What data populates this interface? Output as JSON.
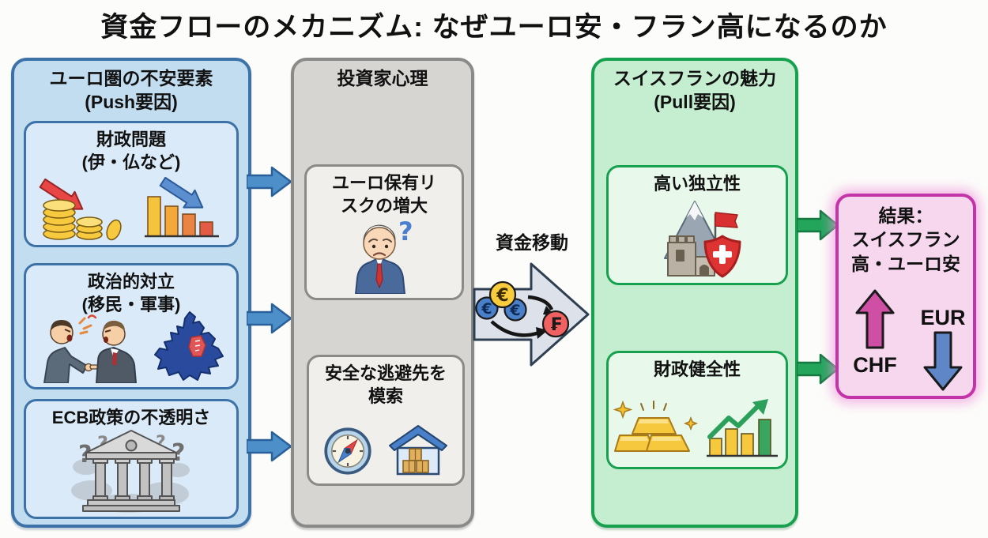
{
  "title": "資金フローのメカニズム: なぜユーロ安・フラン高になるのか",
  "push_panel": {
    "header_line1": "ユーロ圏の不安要素",
    "header_line2": "(Push要因)",
    "cards": [
      {
        "title_line1": "財政問題",
        "title_line2": "(伊・仏など)"
      },
      {
        "title_line1": "政治的対立",
        "title_line2": "(移民・軍事)"
      },
      {
        "title": "ECB政策の不透明さ"
      }
    ]
  },
  "investor_panel": {
    "header": "投資家心理",
    "cards": [
      {
        "title_line1": "ユーロ保有リ",
        "title_line2": "スクの増大"
      },
      {
        "title_line1": "安全な逃避先を",
        "title_line2": "模索"
      }
    ]
  },
  "flow": {
    "label": "資金移動",
    "euro_symbol": "€",
    "franc_symbol": "₣"
  },
  "pull_panel": {
    "header_line1": "スイスフランの魅力",
    "header_line2": "(Pull要因)",
    "cards": [
      {
        "title": "高い独立性"
      },
      {
        "title": "財政健全性"
      }
    ]
  },
  "result_box": {
    "line1": "結果：",
    "line2": "スイスフラン",
    "line3": "高・ユーロ安",
    "chf_label": "CHF",
    "eur_label": "EUR"
  },
  "decorations": {
    "question_mark": "?"
  },
  "colors": {
    "push_panel_bg": "#c3ddf0",
    "push_border": "#3d72a8",
    "investor_panel_bg": "#d7d5d2",
    "investor_border": "#8a8a88",
    "pull_panel_bg": "#c5eed0",
    "pull_border": "#17a14e",
    "result_bg": "#f6d7ee",
    "result_border": "#c234a8",
    "blue_arrow": "#4d8fc9",
    "gray_arrow": "#b4b2b0",
    "green_arrow": "#23a55c",
    "chf_arrow": "#cf4fa5",
    "eur_arrow": "#5f87c8",
    "euro_coin_yellow": "#f8cc3d",
    "euro_coin_blue": "#4a7fc9",
    "franc_coin_red": "#f26161"
  },
  "icons": {
    "coins-decline-icon": "falling gold coin stacks with red down arrow",
    "declining-chart-icon": "declining bar chart with blue down arrow",
    "arguing-men-icon": "two men in suits arguing",
    "eu-map-icon": "EU map with highlighted red region",
    "bank-question-icon": "central bank building in fog with question marks",
    "worried-investor-icon": "worried businessman with question mark",
    "compass-icon": "compass",
    "safe-house-icon": "house sheltering boxes",
    "fortress-shield-icon": "mountain castle with red flag and Swiss shield",
    "gold-bars-icon": "stacked gold bars with sparkles",
    "rising-chart-icon": "rising bar chart with green up arrow",
    "money-flow-icon": "euro coins moving to franc coin inside big arrow"
  }
}
